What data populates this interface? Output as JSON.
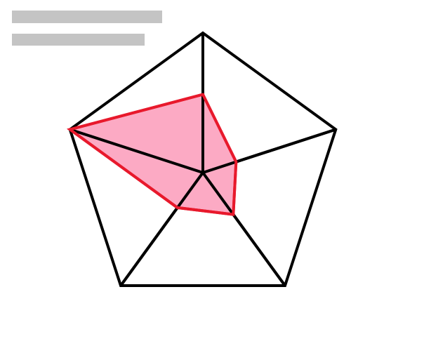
{
  "header": {
    "placeholder_lines": 2
  },
  "colors": {
    "background": "#ffffff",
    "placeholder": "#c4c4c4",
    "web_stroke": "#000000",
    "series_stroke": "#e8192c",
    "series_fill": "#fcaac4"
  },
  "chart_data": {
    "type": "radar",
    "axes_count": 5,
    "grid_levels": 1,
    "range": [
      0,
      1
    ],
    "series": [
      {
        "values": [
          0.56,
          0.25,
          0.37,
          0.31,
          1.0
        ]
      }
    ]
  }
}
